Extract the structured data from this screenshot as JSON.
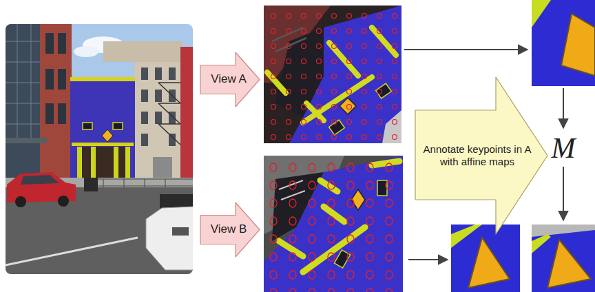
{
  "diagram": {
    "nodes": [
      {
        "text": [
          "View A"
        ]
      },
      {
        "text": [
          "View B"
        ]
      },
      {
        "text": [
          "Annotate keypoints in A with affine maps"
        ]
      }
    ],
    "labels": [
      "M"
    ]
  }
}
